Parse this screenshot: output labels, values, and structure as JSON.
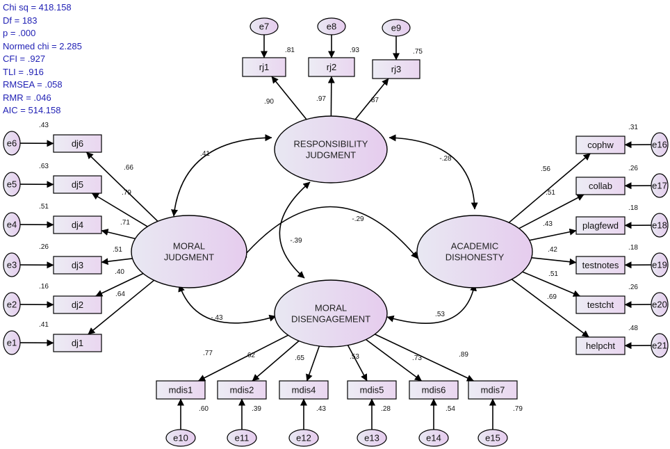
{
  "fit_stats": [
    "Chi sq = 418.158",
    "Df = 183",
    "p = .000",
    "Normed chi = 2.285",
    "CFI = .927",
    "TLI = .916",
    "RMSEA = .058",
    "RMR = .046",
    "AIC = 514.158"
  ],
  "colors": {
    "stats_text": "#1f1fb4",
    "latent_fill_light": "#e8e8f2",
    "latent_fill_dark": "#e6ccee",
    "line": "#000000"
  },
  "latents": [
    {
      "id": "rj",
      "lines": [
        "RESPONSIBILITY",
        "JUDGMENT"
      ]
    },
    {
      "id": "mj",
      "lines": [
        "MORAL",
        "JUDGMENT"
      ]
    },
    {
      "id": "ad",
      "lines": [
        "ACADEMIC",
        "DISHONESTY"
      ]
    },
    {
      "id": "md",
      "lines": [
        "MORAL",
        "DISENGAGEMENT"
      ]
    }
  ],
  "indicators": [
    {
      "name": "rj1",
      "latent": "rj",
      "error": "e7",
      "loading": ".90",
      "r2": ".81"
    },
    {
      "name": "rj2",
      "latent": "rj",
      "error": "e8",
      "loading": ".97",
      "r2": ".93"
    },
    {
      "name": "rj3",
      "latent": "rj",
      "error": "e9",
      "loading": ".87",
      "r2": ".75"
    },
    {
      "name": "dj6",
      "latent": "mj",
      "error": "e6",
      "loading": ".66",
      "r2": ".43"
    },
    {
      "name": "dj5",
      "latent": "mj",
      "error": "e5",
      "loading": ".79",
      "r2": ".63"
    },
    {
      "name": "dj4",
      "latent": "mj",
      "error": "e4",
      "loading": ".71",
      "r2": ".51"
    },
    {
      "name": "dj3",
      "latent": "mj",
      "error": "e3",
      "loading": ".51",
      "r2": ".26"
    },
    {
      "name": "dj2",
      "latent": "mj",
      "error": "e2",
      "loading": ".40",
      "r2": ".16"
    },
    {
      "name": "dj1",
      "latent": "mj",
      "error": "e1",
      "loading": ".64",
      "r2": ".41"
    },
    {
      "name": "cophw",
      "latent": "ad",
      "error": "e16",
      "loading": ".56",
      "r2": ".31"
    },
    {
      "name": "collab",
      "latent": "ad",
      "error": "e17",
      "loading": ".51",
      "r2": ".26"
    },
    {
      "name": "plagfewd",
      "latent": "ad",
      "error": "e18",
      "loading": ".43",
      "r2": ".18"
    },
    {
      "name": "testnotes",
      "latent": "ad",
      "error": "e19",
      "loading": ".42",
      "r2": ".18"
    },
    {
      "name": "testcht",
      "latent": "ad",
      "error": "e20",
      "loading": ".51",
      "r2": ".26"
    },
    {
      "name": "helpcht",
      "latent": "ad",
      "error": "e21",
      "loading": ".69",
      "r2": ".48"
    },
    {
      "name": "mdis1",
      "latent": "md",
      "error": "e10",
      "loading": ".77",
      "r2": ".60"
    },
    {
      "name": "mdis2",
      "latent": "md",
      "error": "e11",
      "loading": ".62",
      "r2": ".39"
    },
    {
      "name": "mdis4",
      "latent": "md",
      "error": "e12",
      "loading": ".65",
      "r2": ".43"
    },
    {
      "name": "mdis5",
      "latent": "md",
      "error": "e13",
      "loading": ".53",
      "r2": ".28"
    },
    {
      "name": "mdis6",
      "latent": "md",
      "error": "e14",
      "loading": ".73",
      "r2": ".54"
    },
    {
      "name": "mdis7",
      "latent": "md",
      "error": "e15",
      "loading": ".89",
      "r2": ".79"
    }
  ],
  "covariances": [
    {
      "from": "mj",
      "to": "rj",
      "value": ".41"
    },
    {
      "from": "rj",
      "to": "ad",
      "value": "-.28"
    },
    {
      "from": "mj",
      "to": "ad",
      "value": "-.29"
    },
    {
      "from": "rj",
      "to": "md",
      "value": "-.39"
    },
    {
      "from": "mj",
      "to": "md",
      "value": "-.43"
    },
    {
      "from": "md",
      "to": "ad",
      "value": ".53"
    }
  ]
}
